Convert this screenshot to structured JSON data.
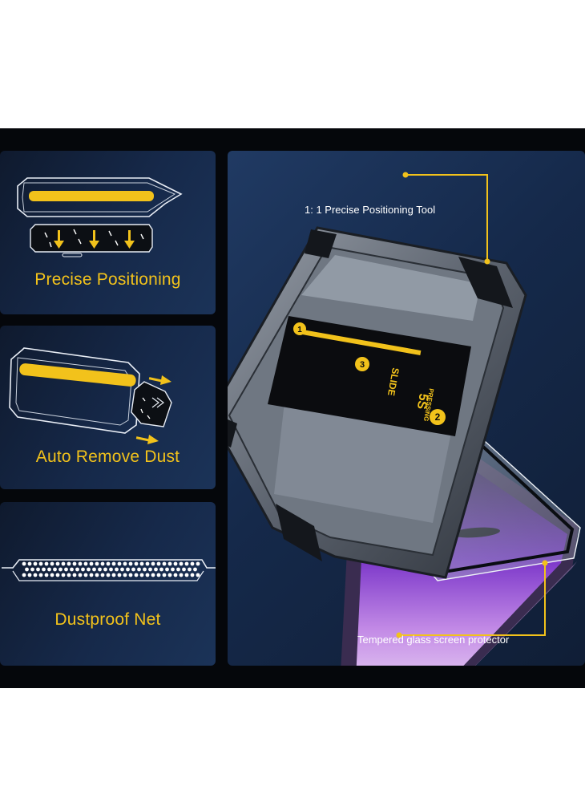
{
  "features": [
    {
      "label": "Precise Positioning",
      "icon": "positioning-tool-icon"
    },
    {
      "label": "Auto Remove Dust",
      "icon": "dust-removal-icon"
    },
    {
      "label": "Dustproof Net",
      "icon": "dustproof-net-icon"
    }
  ],
  "callouts": {
    "tool": "1: 1 Precise Positioning Tool",
    "glass": "Tempered glass screen protector"
  },
  "tool_print": {
    "steps": [
      "1",
      "2",
      "3"
    ],
    "slide_text": "SLIDE",
    "press_text": "PRESSING",
    "time_text": "5S"
  },
  "colors": {
    "accent": "#f2c21b",
    "background": "#05070b",
    "card": "#16294a"
  }
}
